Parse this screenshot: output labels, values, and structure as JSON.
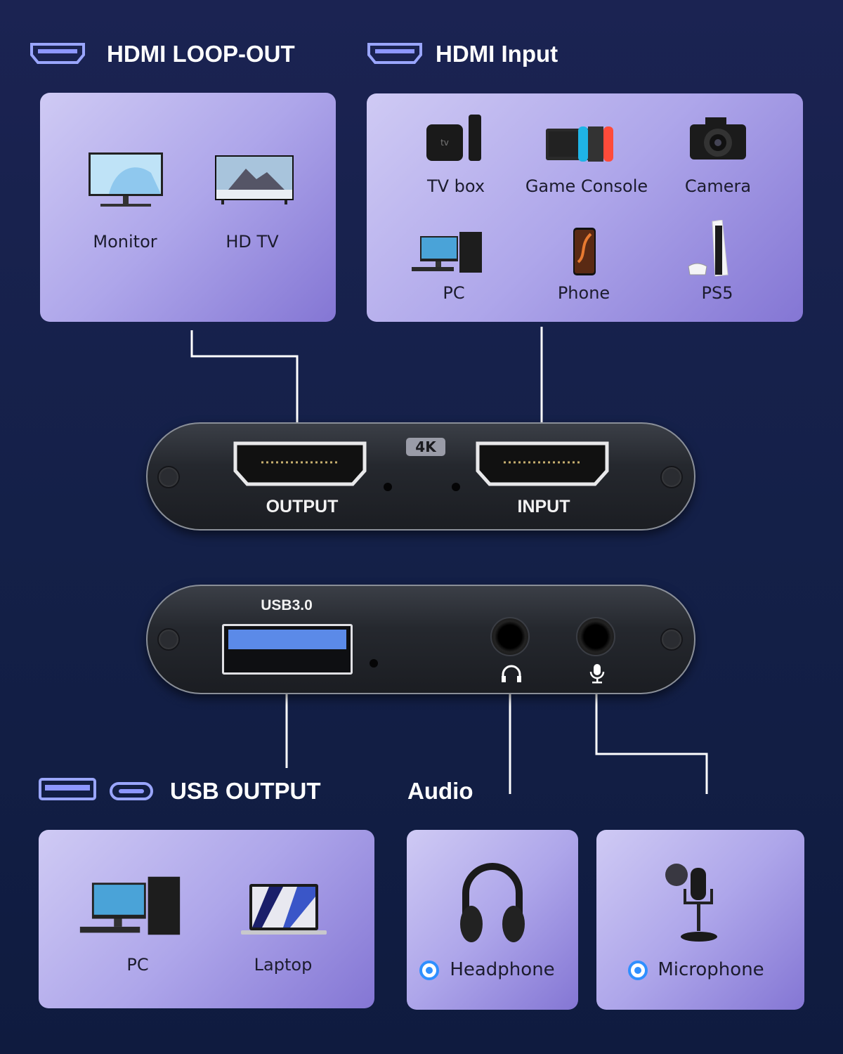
{
  "headings": {
    "hdmi_loop_out": "HDMI LOOP-OUT",
    "hdmi_input": "HDMI Input",
    "usb_output": "USB OUTPUT",
    "audio": "Audio"
  },
  "loop_out_devices": [
    {
      "label": "Monitor",
      "icon": "monitor-icon"
    },
    {
      "label": "HD TV",
      "icon": "tv-icon"
    }
  ],
  "input_devices": [
    {
      "label": "TV box",
      "icon": "tv-box-icon"
    },
    {
      "label": "Game Console",
      "icon": "game-console-icon"
    },
    {
      "label": "Camera",
      "icon": "camera-icon"
    },
    {
      "label": "PC",
      "icon": "pc-icon"
    },
    {
      "label": "Phone",
      "icon": "phone-icon"
    },
    {
      "label": "PS5",
      "icon": "ps5-icon"
    }
  ],
  "usb_devices": [
    {
      "label": "PC",
      "icon": "pc-icon"
    },
    {
      "label": "Laptop",
      "icon": "laptop-icon"
    }
  ],
  "audio_devices": [
    {
      "label": "Headphone",
      "icon": "headphone-icon"
    },
    {
      "label": "Microphone",
      "icon": "microphone-icon"
    }
  ],
  "device_front": {
    "badge": "4K",
    "output_label": "OUTPUT",
    "input_label": "INPUT"
  },
  "device_back": {
    "usb_label": "USB3.0"
  },
  "tv_box_logo": "tv",
  "colors": {
    "background": "#16204a",
    "panel_start": "#cfcaf4",
    "panel_end": "#8476d4",
    "accent": "#2f8fff",
    "usb_blue": "#5b8ae8"
  }
}
